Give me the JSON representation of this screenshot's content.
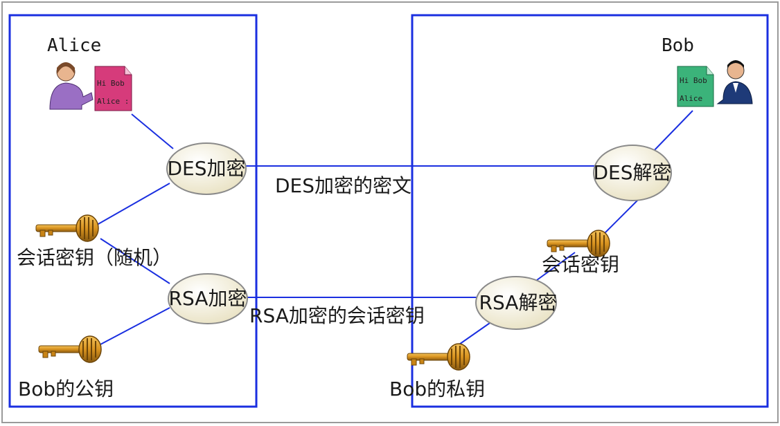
{
  "colors": {
    "box_border": "#1a2fe0",
    "line": "#1a2fe0",
    "outer_border": "#9a9a9a",
    "ellipse_fill": "#f6f1dc",
    "ellipse_stroke": "#8a8a8a",
    "key_color": "#d9931f",
    "alice_doc": "#d63b7b",
    "bob_doc": "#3bb37a"
  },
  "alice": {
    "name": "Alice",
    "icon": "person-with-document-icon",
    "doc_lines": [
      "Hi Bob",
      "Alice :"
    ]
  },
  "bob": {
    "name": "Bob",
    "icon": "person-with-document-icon",
    "doc_lines": [
      "Hi Bob",
      "Alice"
    ]
  },
  "nodes": {
    "des_encrypt": "DES加密",
    "des_decrypt": "DES解密",
    "rsa_encrypt": "RSA加密",
    "rsa_decrypt": "RSA解密"
  },
  "keys": {
    "session_key_random": "会话密钥（随机）",
    "session_key": "会话密钥",
    "bob_public_key": "Bob的公钥",
    "bob_private_key": "Bob的私钥",
    "key_icon": "key-icon"
  },
  "channels": {
    "des_ciphertext": "DES加密的密文",
    "rsa_session_key": "RSA加密的会话密钥"
  }
}
